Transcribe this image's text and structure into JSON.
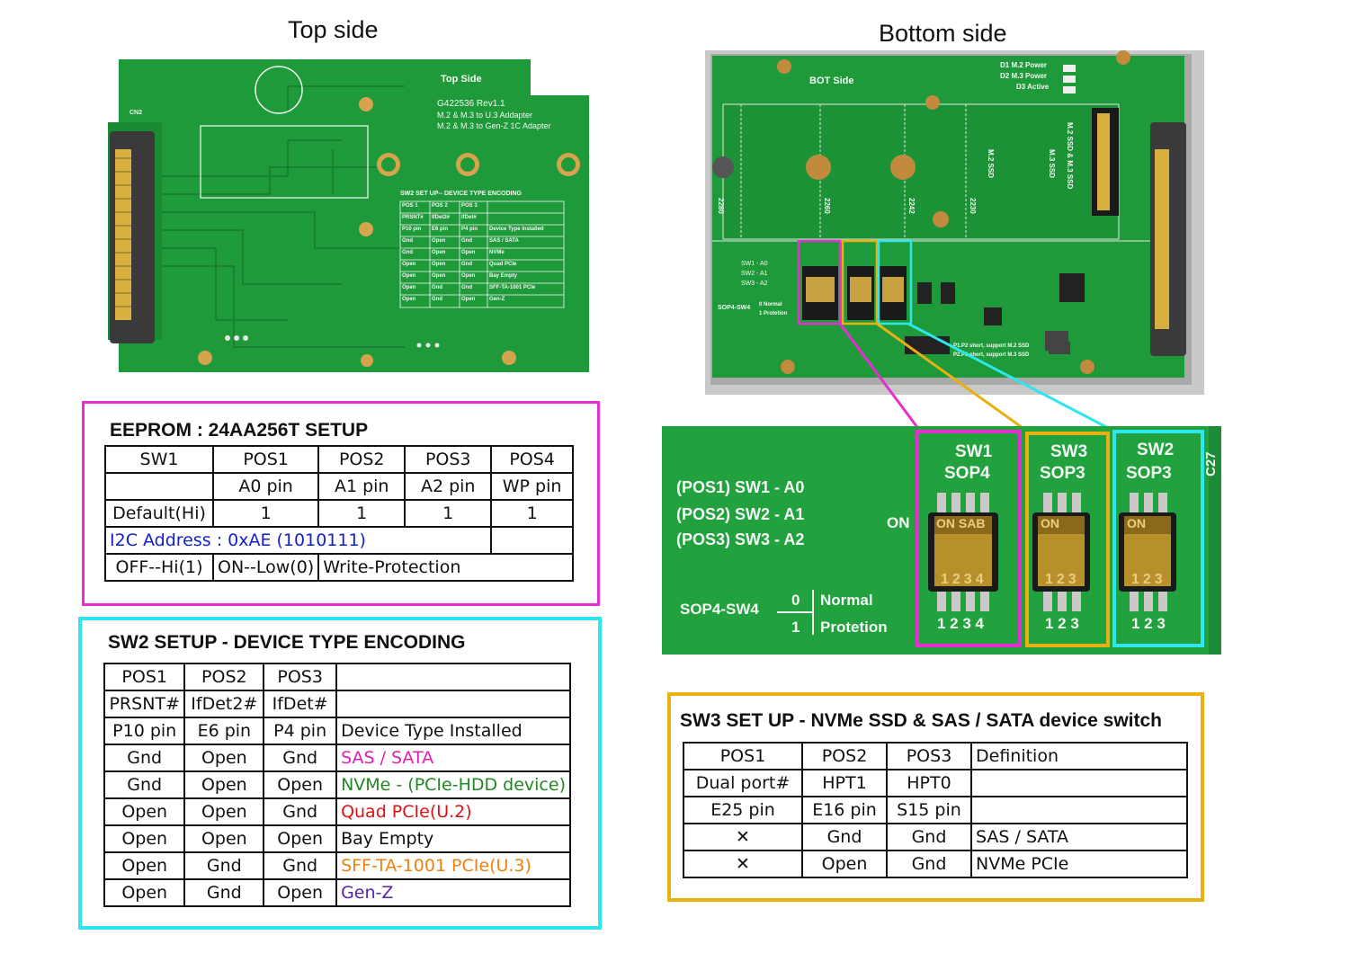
{
  "headings": {
    "top": "Top side",
    "bottom": "Bottom side"
  },
  "colors": {
    "pcb_green": "#1f9a3a",
    "eeprom_frame": "#e62ed3",
    "sw2_frame": "#2ee6ee",
    "sw3_frame": "#e8b010"
  },
  "top_pcb": {
    "label": "Top Side",
    "model": "G422536 Rev1.1",
    "desc1": "M.2 & M.3 to U.3 Addapter",
    "desc2": "M.2 & M.3 to Gen-Z 1C Adapter",
    "connector": "CN2",
    "silk_table_title": "SW2 SET UP-- DEVICE TYPE ENCODING",
    "silk_rows": [
      [
        "POS 1",
        "POS 2",
        "POS 3",
        ""
      ],
      [
        "PRSNT#",
        "IfDet2#",
        "IfDet#",
        ""
      ],
      [
        "P10 pin",
        "E6 pin",
        "P4 pin",
        "Device Type Installed"
      ],
      [
        "Gnd",
        "Open",
        "Gnd",
        "SAS / SATA"
      ],
      [
        "Gnd",
        "Open",
        "Open",
        "NVMe"
      ],
      [
        "Open",
        "Open",
        "Gnd",
        "Quad PCIe"
      ],
      [
        "Open",
        "Open",
        "Open",
        "Bay Empty"
      ],
      [
        "Open",
        "Gnd",
        "Gnd",
        "SFF-TA-1001 PCIe"
      ],
      [
        "Open",
        "Gnd",
        "Open",
        "Gen-Z"
      ]
    ]
  },
  "bottom_pcb": {
    "label": "BOT Side",
    "leds": [
      "D1 M.2 Power",
      "D2 M.3 Power",
      "D3 Active"
    ],
    "slots": [
      "2280",
      "2260",
      "2242",
      "2230"
    ],
    "slot_labels": [
      "M.2 SSD",
      "M.3 SSD",
      "M.2 SSD & M.3 SSD"
    ],
    "switch_legend": [
      "SW1 - A0",
      "SW2 - A1",
      "SW3 - A2"
    ],
    "sop4_label": "SOP4-SW4",
    "sop4_rows": [
      "0 Normal",
      "1 Protetion"
    ],
    "notes": [
      "P1.P2 short, support M.2 SSD",
      "P2.P3 short, support M.3 SSD"
    ]
  },
  "zoom": {
    "legend": [
      {
        "pos": "(POS1)",
        "text": "SW1 - A0"
      },
      {
        "pos": "(POS2)",
        "text": "SW2 - A1"
      },
      {
        "pos": "(POS3)",
        "text": "SW3 - A2"
      }
    ],
    "on": "ON",
    "sop4_label": "SOP4-SW4",
    "sop4_normal_num": "0",
    "sop4_normal": "Normal",
    "sop4_prot_num": "1",
    "sop4_prot": "Protetion",
    "side_label": "C27",
    "switches": [
      {
        "name": "SW1",
        "pkg": "SOP4",
        "pins": "1 2 3 4",
        "body": "ON SAB",
        "digits": "1234"
      },
      {
        "name": "SW3",
        "pkg": "SOP3",
        "pins": "1 2 3",
        "body": "ON",
        "digits": "123"
      },
      {
        "name": "SW2",
        "pkg": "SOP3",
        "pins": "1 2 3",
        "body": "ON",
        "digits": "123"
      }
    ]
  },
  "eeprom": {
    "title": "EEPROM : 24AA256T SETUP",
    "header": [
      "SW1",
      "POS1",
      "POS2",
      "POS3",
      "POS4"
    ],
    "pins": [
      "",
      "A0 pin",
      "A1 pin",
      "A2 pin",
      "WP pin"
    ],
    "default": [
      "Default(Hi)",
      "1",
      "1",
      "1",
      "1"
    ],
    "i2c": "I2C Address : 0xAE (1010111)",
    "legend": [
      "OFF--Hi(1)",
      "ON--Low(0)",
      "Write-Protection"
    ]
  },
  "sw2": {
    "title": "SW2 SETUP - DEVICE TYPE ENCODING",
    "rows": [
      [
        "POS1",
        "POS2",
        "POS3",
        ""
      ],
      [
        "PRSNT#",
        "IfDet2#",
        "IfDet#",
        ""
      ],
      [
        "P10 pin",
        "E6 pin",
        "P4 pin",
        "Device Type Installed"
      ],
      [
        "Gnd",
        "Open",
        "Gnd",
        "SAS / SATA"
      ],
      [
        "Gnd",
        "Open",
        "Open",
        "NVMe - (PCIe-HDD device)"
      ],
      [
        "Open",
        "Open",
        "Gnd",
        "Quad PCIe(U.2)"
      ],
      [
        "Open",
        "Open",
        "Open",
        "Bay Empty"
      ],
      [
        "Open",
        "Gnd",
        "Gnd",
        "SFF-TA-1001 PCIe(U.3)"
      ],
      [
        "Open",
        "Gnd",
        "Open",
        "Gen-Z"
      ]
    ]
  },
  "sw3": {
    "title": "SW3 SET UP - NVMe SSD & SAS / SATA device switch",
    "rows": [
      [
        "POS1",
        "POS2",
        "POS3",
        "Definition"
      ],
      [
        "Dual port#",
        "HPT1",
        "HPT0",
        ""
      ],
      [
        "E25 pin",
        "E16 pin",
        "S15 pin",
        ""
      ],
      [
        "✕",
        "Gnd",
        "Gnd",
        "SAS / SATA"
      ],
      [
        "✕",
        "Open",
        "Gnd",
        "NVMe PCIe"
      ]
    ]
  }
}
